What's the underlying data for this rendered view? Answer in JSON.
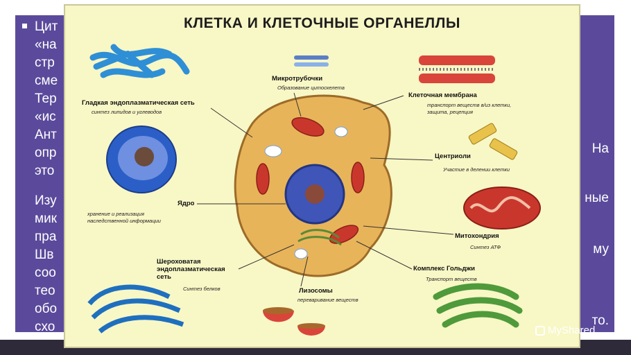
{
  "slide": {
    "left_lines": [
      "Цит",
      "«на",
      "стр",
      "сме",
      "Тер",
      "«ис",
      "Ант",
      "опр",
      "это",
      "",
      "Изу",
      "мик",
      "пра",
      "Шв",
      "соо",
      "тео",
      "обо",
      "схо"
    ],
    "right_lines": {
      "r9": "На",
      "r12": "ные",
      "r15": "му",
      "r19": "то."
    }
  },
  "poster": {
    "title": "КЛЕТКА И КЛЕТОЧНЫЕ ОРГАНЕЛЛЫ",
    "labels": {
      "microtubules": "Микротрубочки",
      "microtubules_sub": "Образование цитоскелета",
      "smooth_er": "Гладкая эндоплазматическая сеть",
      "smooth_er_sub": "синтез липидов и углеводов",
      "membrane": "Клеточная мембрана",
      "membrane_sub1": "транспорт веществ в/из клетки,",
      "membrane_sub2": "защита, рецепция",
      "centrioles": "Центриоли",
      "centrioles_sub": "Участие в делении клетки",
      "nucleus": "Ядро",
      "nucleus_sub1": "хранение и реализация",
      "nucleus_sub2": "наследственной информации",
      "mito": "Митохондрия",
      "mito_sub": "Синтез АТФ",
      "rough_er1": "Шероховатая",
      "rough_er2": "эндоплазматическая",
      "rough_er3": "сеть",
      "rough_er_sub": "Синтез белков",
      "golgi": "Комплекс Гольджи",
      "golgi_sub": "Транспорт веществ",
      "lysosomes": "Лизосомы",
      "lysosomes_sub": "переваривание веществ"
    }
  },
  "watermark": "MyShared",
  "colors": {
    "panel": "#5b4a9b",
    "poster": "#f8f7c6",
    "cytoplasm": "#e8b45a",
    "nucleus": "#3f55b8",
    "mito": "#c9372c"
  }
}
